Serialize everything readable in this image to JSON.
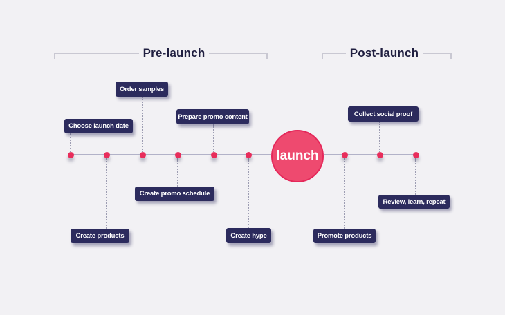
{
  "diagram": {
    "type": "launch-timeline",
    "background_color": "#f2f1f4"
  },
  "phases": {
    "pre": {
      "label": "Pre-launch"
    },
    "post": {
      "label": "Post-launch"
    }
  },
  "launch": {
    "label": "launch",
    "fill_color": "#ee4a6f",
    "border_color": "#e5285a"
  },
  "timeline": {
    "line_color": "#b2b2c8",
    "dot_color": "#e82d5b",
    "connector_color": "#9d9db2",
    "dot_count": 9
  },
  "milestones": [
    {
      "label": "Choose launch date",
      "phase": "pre",
      "placement": "above"
    },
    {
      "label": "Create products",
      "phase": "pre",
      "placement": "below"
    },
    {
      "label": "Order samples",
      "phase": "pre",
      "placement": "above"
    },
    {
      "label": "Create promo schedule",
      "phase": "pre",
      "placement": "below"
    },
    {
      "label": "Prepare promo content",
      "phase": "pre",
      "placement": "above"
    },
    {
      "label": "Create hype",
      "phase": "pre",
      "placement": "below"
    },
    {
      "label": "Promote products",
      "phase": "post",
      "placement": "below"
    },
    {
      "label": "Collect social proof",
      "phase": "post",
      "placement": "above"
    },
    {
      "label": "Review, learn, repeat",
      "phase": "post",
      "placement": "below"
    }
  ],
  "label_style": {
    "box_color": "#2c2b5d",
    "text_color": "#ffffff"
  }
}
